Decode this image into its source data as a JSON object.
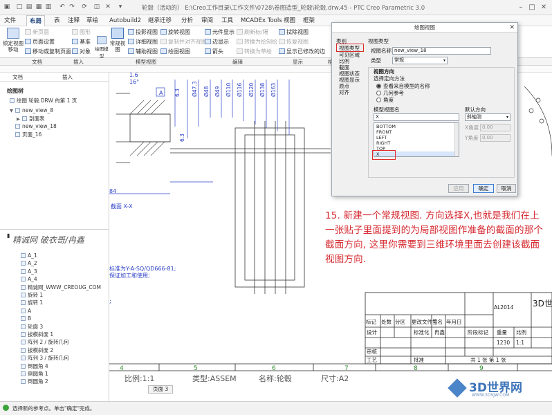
{
  "window": {
    "title": "轮毂（活动的） E:\\Creo工作目录\\工作文件\\0728\\卷图造型_轮毂\\轮毂.drw.45 - PTC Creo Parametric 3.0"
  },
  "menu_tabs": [
    "文件",
    "布局",
    "表",
    "注释",
    "草绘",
    "Autobuild2",
    "继承迁移",
    "分析",
    "审阅",
    "工具",
    "MCADEx Tools",
    "视图",
    "框架"
  ],
  "ribbon": {
    "doc_group": {
      "big1": "新页面",
      "big2": "页面设置",
      "big3": "移动或复制页面",
      "small": [
        "锁定视图移动",
        "新页面",
        "页面设置",
        "移动或复制页面"
      ],
      "label": "文档"
    },
    "insert_group": {
      "items": [
        "图形",
        "基准",
        "对象"
      ],
      "label": "插入"
    },
    "view_group": {
      "big1": "绘图模型",
      "big2": "常规视图",
      "items": [
        "投影视图",
        "旋转视图",
        "详细视图",
        "复制并对齐视图",
        "辅助视图",
        "绘图视图"
      ],
      "label": "模型视图"
    },
    "edit_group": {
      "items": [
        "元件显示",
        "边显示",
        "箭头",
        "刷新标/隔",
        "转换为绘制绘",
        "转换为草绘"
      ],
      "label": "编辑"
    },
    "display_group": {
      "items": [
        "拭除视图",
        "恢复视图",
        "显示已修改的边"
      ],
      "label": "显示"
    },
    "format_group": {
      "label": "格式化"
    }
  },
  "left_panel": {
    "doc_label": "文档",
    "insert_label": "插入",
    "tree_title": "绘图树",
    "tree_items": [
      {
        "label": "绘图 轮毂.DRW 的第 1 页",
        "level": 0
      },
      {
        "label": "new_view_8",
        "level": 1
      },
      {
        "label": "剖面表",
        "level": 2
      },
      {
        "label": "new_view_18",
        "level": 1
      },
      {
        "label": "页面_16",
        "level": 1
      }
    ],
    "model_tree_items": [
      "A_1",
      "A_2",
      "A_3",
      "A_4",
      "精诚网_WWW_CREOUG_COM",
      "旋转 1",
      "旋转 1",
      "A",
      "B",
      "轮廓 3",
      "拔模斜度 1",
      "阵列 2 / 旋转几何",
      "拔模斜度 2",
      "阵列 3 / 旋转几何",
      "倒圆角 4",
      "倒圆角 1",
      "倒圆角 2"
    ]
  },
  "watermark": "精诚网 破衣哥/冉鑫",
  "dialog": {
    "title": "绘图视图",
    "categories_label": "类别",
    "categories": [
      "视图类型",
      "可见区域",
      "比例",
      "截面",
      "视图状态",
      "视图显示",
      "原点",
      "对齐"
    ],
    "section_label": "视图类型",
    "view_name_label": "视图名称",
    "view_name_value": "new_view_18",
    "type_label": "类型",
    "type_value": "常规",
    "orientation_label": "视图方向",
    "select_method_label": "选择定向方法",
    "radio_options": [
      "查看来自模型的名称",
      "几何参考",
      "角度"
    ],
    "model_view_label": "模型视图名",
    "model_view_value": "X",
    "default_orientation_label": "默认方向",
    "default_orientation_value": "斜轴测",
    "view_list": [
      "BOTTOM",
      "FRONT",
      "LEFT",
      "RIGHT",
      "TOP",
      "X"
    ],
    "x_angle_label": "X角度",
    "x_angle_value": "0.00",
    "y_angle_label": "Y角度",
    "y_angle_value": "0.00",
    "apply_label": "应用",
    "ok_label": "确定",
    "cancel_label": "取消"
  },
  "annotation": "15. 新建一个常规视图. 方向选择X,也就是我们在上一张贴子里面提到的为局部视图作准备的截面的那个截面方向, 这里你需要到三维环境里面去创建该截面视图方向.",
  "drawing": {
    "dimensions": [
      "1.6",
      "16°",
      "6.3",
      "Ø47.3",
      "Ø48",
      "Ø49",
      "Ø110",
      "Ø116",
      "Ø120",
      "Ø138",
      "Ø163",
      "6.3",
      "84",
      "A"
    ],
    "section_label": "截面  X-X",
    "note_line1": "标准为Y-A-SQ/QD666-81;",
    "note_line2": "保证加工和使用;",
    "title_block": {
      "code": "AL2014",
      "corner": "3D世",
      "row_labels": [
        "标记",
        "处数",
        "分区",
        "更改文件号",
        "签名",
        "年月日"
      ],
      "design": "设计",
      "standardize": "标准化",
      "author": "冉鑫",
      "stage_label": "阶段标记",
      "weight_label": "重量",
      "scale_label": "比例",
      "weight_value": "1230",
      "scale_value": "1:1",
      "review": "审核",
      "process": "工艺",
      "approve": "批准",
      "sheet_text": "共 1 张 第 1 张"
    },
    "grid_numbers": [
      "4",
      "5",
      "6",
      "7",
      "8",
      "9"
    ],
    "footer": [
      "比例:1:1",
      "类型:ASSEM",
      "名称:轮毂",
      "尺寸:A2"
    ]
  },
  "status": {
    "message": "选择新的参考点。单击\"确定\"完成。",
    "page_tab": "页面 3"
  },
  "logo": {
    "text": "3D世界网",
    "url_text": "WWW.3DSJW.COM"
  }
}
